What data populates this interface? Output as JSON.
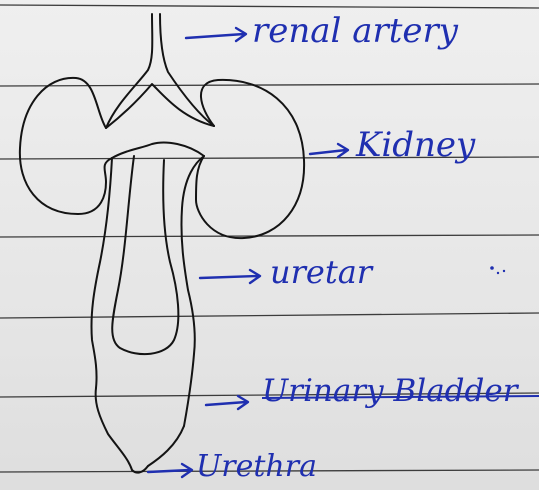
{
  "colors": {
    "paper": "#ebebeb",
    "rule": "#3a3a3a",
    "ink": "#141414",
    "pen": "#1f2fb0"
  },
  "labels": {
    "renal_artery": "renal artery",
    "kidney": "Kidney",
    "ureter": "uretar",
    "bladder": "Urinary Bladder",
    "urethra": "Urethra"
  }
}
